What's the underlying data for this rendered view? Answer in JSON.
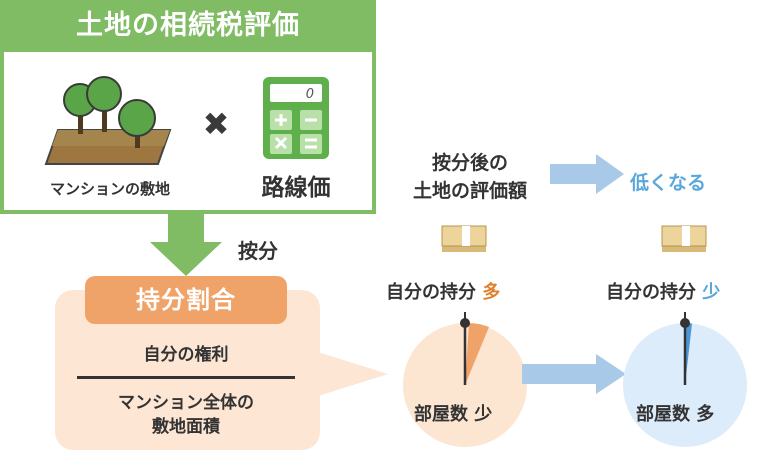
{
  "top_panel": {
    "title": "土地の相続税評価",
    "land_label": "マンションの敷地",
    "times_symbol": "✖",
    "price_label": "路線価",
    "calculator_display": "0"
  },
  "apportion_label": "按分",
  "ratio_box": {
    "title": "持分割合",
    "numerator": "自分の権利",
    "denominator_line1": "マンション全体の",
    "denominator_line2": "敷地面積"
  },
  "result": {
    "label_line1": "按分後の",
    "label_line2": "土地の評価額",
    "outcome": "低くなる"
  },
  "left_case": {
    "share_text": "自分の持分",
    "share_level": "多",
    "rooms_text": "部屋数",
    "rooms_level": "少"
  },
  "right_case": {
    "share_text": "自分の持分",
    "share_level": "少",
    "rooms_text": "部屋数",
    "rooms_level": "多"
  },
  "colors": {
    "green": "#7fbc63",
    "orange": "#f0a368",
    "orange_text": "#e0802e",
    "blue": "#5aa7db",
    "light_blue": "#dcecfa",
    "light_orange": "#fde6d3"
  }
}
